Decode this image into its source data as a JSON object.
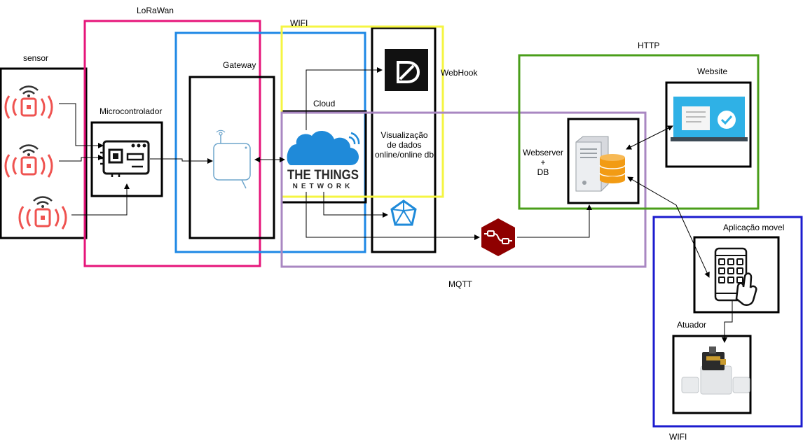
{
  "labels": {
    "lorawan": "LoRaWan",
    "wifi_top": "WIFI",
    "sensor": "sensor",
    "gateway": "Gateway",
    "cloud": "Cloud",
    "webhook": "WebHook",
    "microcontrolador": "Microcontrolador",
    "visualizacao_1": "Visualização",
    "visualizacao_2": "de dados",
    "visualizacao_3": "online/online db",
    "http": "HTTP",
    "website": "Website",
    "webserver_1": "Webserver",
    "webserver_2": "+",
    "webserver_3": "DB",
    "mqtt": "MQTT",
    "aplicacao_movel": "Aplicação movel",
    "atuador": "Atuador",
    "wifi_bottom": "WIFI"
  },
  "ttn": {
    "line1": "THE THINGS",
    "line2": "NETWORK"
  },
  "colors": {
    "lorawan": "#e6157a",
    "gateway_wifi": "#1e88e5",
    "wifi_cloud": "#f5f542",
    "mqtt": "#a987c2",
    "http": "#4a9e1a",
    "mobile_group": "#1c1ccf",
    "wifi_signal": "#ef5350",
    "ttn_blue": "#1f8ad9",
    "nodered": "#8f0000",
    "db_orange": "#f29b14",
    "website_screen": "#2fb1e6"
  }
}
